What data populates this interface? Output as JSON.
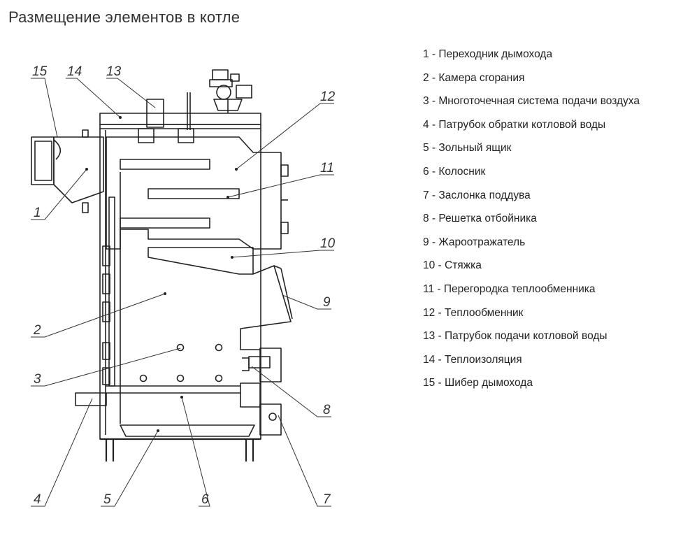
{
  "title": "Размещение элементов в котле",
  "legend": [
    "1 - Переходник дымохода",
    "2 - Камера сгорания",
    "3 - Многоточечная система подачи воздуха",
    "4 - Патрубок  обратки котловой воды",
    "5 - Зольный ящик",
    "6 - Колосник",
    "7 - Заслонка поддува",
    "8 - Решетка отбойника",
    "9 - Жароотражатель",
    "10 - Стяжка",
    "11 - Перегородка теплообменника",
    "12 - Теплообменник",
    "13 - Патрубок  подачи котловой воды",
    "14 - Теплоизоляция",
    "15 - Шибер дымохода"
  ],
  "callouts": [
    "1",
    "2",
    "3",
    "4",
    "5",
    "6",
    "7",
    "8",
    "9",
    "10",
    "11",
    "12",
    "13",
    "14",
    "15"
  ],
  "colors": {
    "line": "#222222",
    "text": "#333333",
    "background": "#ffffff"
  }
}
